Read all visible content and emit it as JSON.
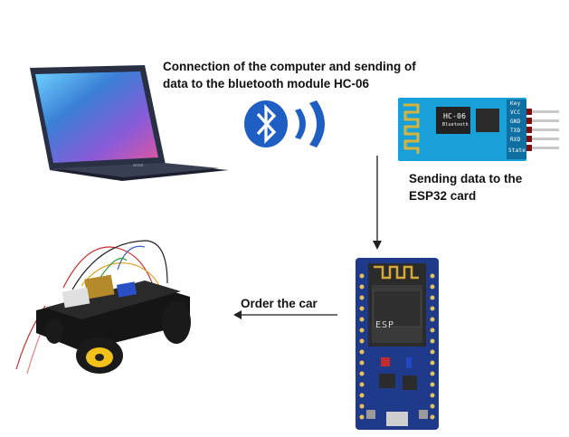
{
  "diagram": {
    "caption_top_line1": "Connection of the computer and sending of",
    "caption_top_line2": "data to the bluetooth module HC-06",
    "caption_right_line1": "Sending data to the",
    "caption_right_line2": "ESP32 card",
    "caption_order": "Order the car",
    "hc06_chip_line1": "HC-06",
    "hc06_chip_line2": "Bluetooth",
    "hc06_pins": [
      "Key",
      "VCC",
      "GND",
      "TXD",
      "RXD",
      "State"
    ],
    "esp32_logo_text": "ESP",
    "laptop_brand": "asus",
    "colors": {
      "bluetooth_blue": "#1f5fc4",
      "hc06_board": "#1aa0d8",
      "esp32_board": "#1f3a8a",
      "laptop_body": "#252a3d",
      "car_chassis": "#151515",
      "wheel_yellow": "#f2c21b"
    }
  }
}
